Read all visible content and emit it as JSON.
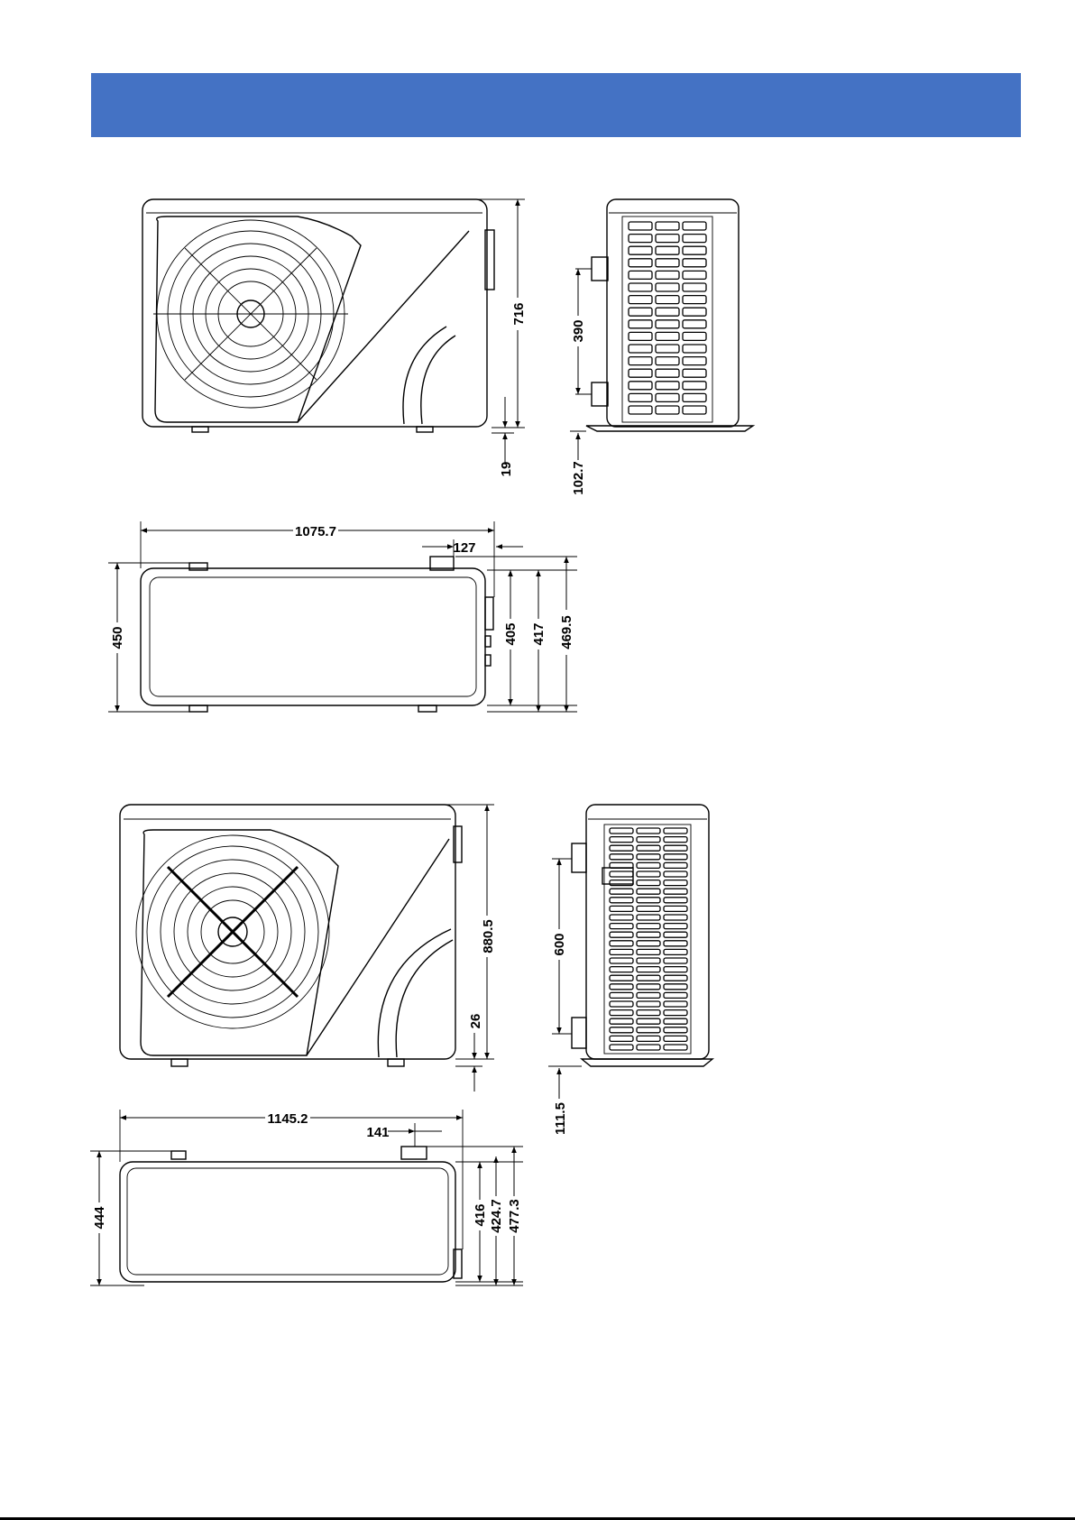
{
  "header": {
    "color": "#4472C4"
  },
  "model_a": {
    "front_height": "716",
    "front_foot": "19",
    "side_port_spacing": "390",
    "side_base": "102.7",
    "top_length": "1075.7",
    "top_port_offset": "127",
    "top_depth_left": "450",
    "top_depth_a": "405",
    "top_depth_b": "417",
    "top_depth_c": "469.5"
  },
  "model_b": {
    "front_height": "880.5",
    "front_foot": "26",
    "side_port_spacing": "600",
    "side_base": "111.5",
    "top_length": "1145.2",
    "top_port_offset": "141",
    "top_depth_left": "444",
    "top_depth_a": "416",
    "top_depth_b": "424.7",
    "top_depth_c": "477.3"
  }
}
